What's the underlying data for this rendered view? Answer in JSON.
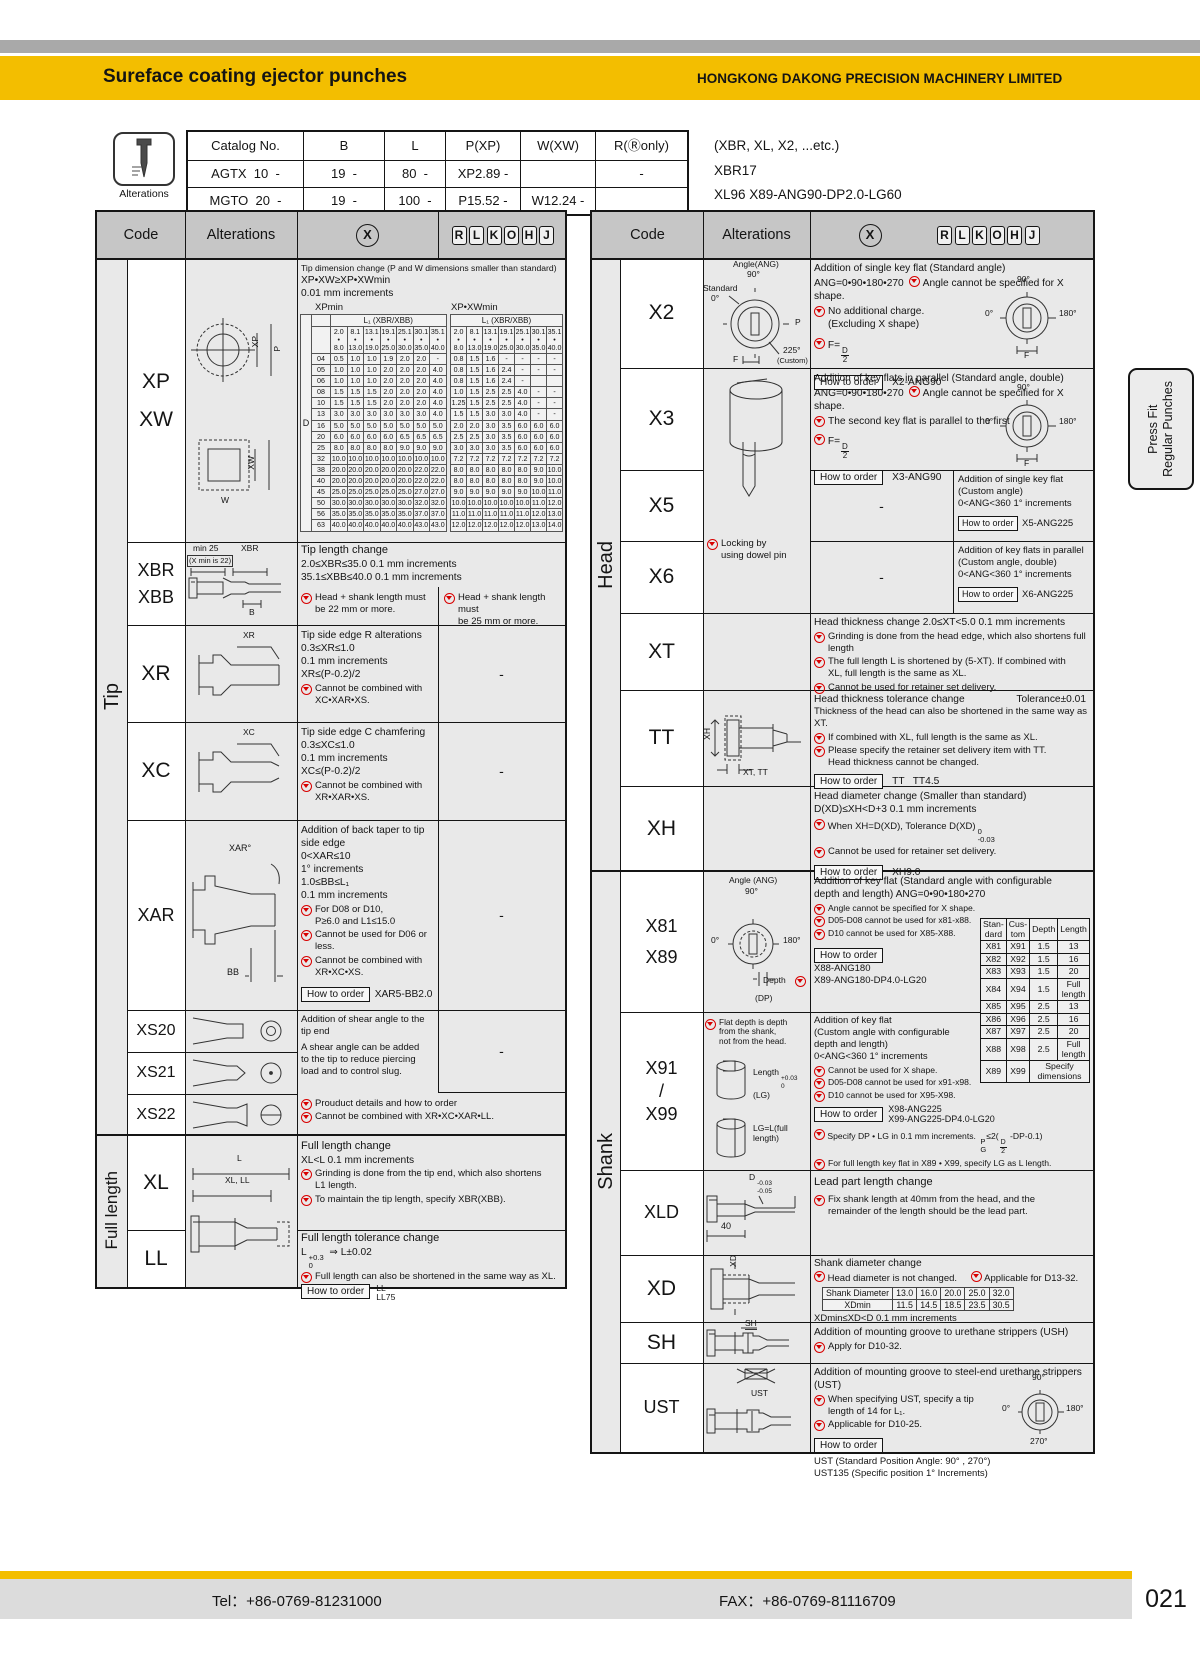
{
  "header": {
    "title": "Sureface coating ejector punches",
    "company": "HONGKONG DAKONG PRECISION MACHINERY LIMITED"
  },
  "alterations_label": "Alterations",
  "side_tab": {
    "line1": "Press Fit",
    "line2": "Regular Punches"
  },
  "footer": {
    "tel": "Tel：+86-0769-81231000",
    "fax": "FAX：+86-0769-81116709",
    "page": "021"
  },
  "catalog": {
    "columns": [
      "Catalog No.",
      "B",
      "L",
      "P(XP)",
      "W(XW)",
      "R(Ⓡonly)"
    ],
    "rows": [
      [
        "AGTX  10  -",
        "19  -",
        "80  -",
        "XP2.89 -",
        "",
        "-"
      ],
      [
        "MGTO  20  -",
        "19  -",
        "100  -",
        "P15.52 -",
        "W12.24 -",
        ""
      ]
    ],
    "notes": [
      "(XBR, XL, X2, ...etc.)",
      "XBR17",
      "XL96    X89-ANG90-DP2.0-LG60"
    ]
  },
  "th": {
    "code": "Code",
    "alterations": "Alterations",
    "x": "X",
    "letters": [
      "R",
      "L",
      "K",
      "O",
      "H",
      "J"
    ]
  },
  "groups": {
    "tip": "Tip",
    "full_length": "Full length",
    "head": "Head",
    "shank": "Shank"
  },
  "xp": {
    "code1": "XP",
    "code2": "XW",
    "title": "Tip dimension change (P and W dimensions smaller than standard)",
    "rule": "XP•XW≥XP•XWmin",
    "inc": "0.01 mm increments",
    "t1": "XPmin",
    "t2": "XP•XWmin",
    "sub": "L₁ (XBR/XBB)",
    "dlabel": "D",
    "dot": "•",
    "range_top": [
      "2.0",
      "8.1",
      "13.1",
      "19.1",
      "25.1",
      "30.1",
      "35.1"
    ],
    "range_bot": [
      "8.0",
      "13.0",
      "19.0",
      "25.0",
      "30.0",
      "35.0",
      "40.0"
    ],
    "drows": [
      "04",
      "05",
      "06",
      "08",
      "10",
      "13",
      "16",
      "20",
      "25",
      "32",
      "38",
      "40",
      "45",
      "50",
      "56",
      "63"
    ],
    "xpmin": [
      [
        "0.5",
        "1.0",
        "1.0",
        "1.9",
        "2.0",
        "2.0",
        "-"
      ],
      [
        "1.0",
        "1.0",
        "1.0",
        "2.0",
        "2.0",
        "2.0",
        "4.0"
      ],
      [
        "1.0",
        "1.0",
        "1.0",
        "2.0",
        "2.0",
        "2.0",
        "4.0"
      ],
      [
        "1.5",
        "1.5",
        "1.5",
        "2.0",
        "2.0",
        "2.0",
        "4.0"
      ],
      [
        "1.5",
        "1.5",
        "1.5",
        "2.0",
        "2.0",
        "2.0",
        "4.0"
      ],
      [
        "3.0",
        "3.0",
        "3.0",
        "3.0",
        "3.0",
        "3.0",
        "4.0"
      ],
      [
        "5.0",
        "5.0",
        "5.0",
        "5.0",
        "5.0",
        "5.0",
        "5.0"
      ],
      [
        "6.0",
        "6.0",
        "6.0",
        "6.0",
        "6.5",
        "6.5",
        "6.5"
      ],
      [
        "8.0",
        "8.0",
        "8.0",
        "8.0",
        "9.0",
        "9.0",
        "9.0"
      ],
      [
        "10.0",
        "10.0",
        "10.0",
        "10.0",
        "10.0",
        "10.0",
        "10.0"
      ],
      [
        "20.0",
        "20.0",
        "20.0",
        "20.0",
        "20.0",
        "22.0",
        "22.0"
      ],
      [
        "20.0",
        "20.0",
        "20.0",
        "20.0",
        "20.0",
        "22.0",
        "22.0"
      ],
      [
        "25.0",
        "25.0",
        "25.0",
        "25.0",
        "25.0",
        "27.0",
        "27.0"
      ],
      [
        "30.0",
        "30.0",
        "30.0",
        "30.0",
        "30.0",
        "32.0",
        "32.0"
      ],
      [
        "35.0",
        "35.0",
        "35.0",
        "35.0",
        "35.0",
        "37.0",
        "37.0"
      ],
      [
        "40.0",
        "40.0",
        "40.0",
        "40.0",
        "40.0",
        "43.0",
        "43.0"
      ]
    ],
    "xwmin": [
      [
        "0.8",
        "1.5",
        "1.6",
        "-",
        "-",
        "-",
        "-"
      ],
      [
        "0.8",
        "1.5",
        "1.6",
        "2.4",
        "-",
        "-",
        "-"
      ],
      [
        "0.8",
        "1.5",
        "1.6",
        "2.4",
        "-",
        "",
        ""
      ],
      [
        "1.0",
        "1.5",
        "2.5",
        "2.5",
        "4.0",
        "-",
        "-"
      ],
      [
        "1.25",
        "1.5",
        "2.5",
        "2.5",
        "4.0",
        "-",
        "-"
      ],
      [
        "1.5",
        "1.5",
        "3.0",
        "3.0",
        "4.0",
        "-",
        "-"
      ],
      [
        "2.0",
        "2.0",
        "3.0",
        "3.5",
        "6.0",
        "6.0",
        "6.0"
      ],
      [
        "2.5",
        "2.5",
        "3.0",
        "3.5",
        "6.0",
        "6.0",
        "6.0"
      ],
      [
        "3.0",
        "3.0",
        "3.0",
        "3.5",
        "6.0",
        "6.0",
        "6.0"
      ],
      [
        "7.2",
        "7.2",
        "7.2",
        "7.2",
        "7.2",
        "7.2",
        "7.2"
      ],
      [
        "8.0",
        "8.0",
        "8.0",
        "8.0",
        "8.0",
        "9.0",
        "10.0"
      ],
      [
        "8.0",
        "8.0",
        "8.0",
        "8.0",
        "8.0",
        "9.0",
        "10.0"
      ],
      [
        "9.0",
        "9.0",
        "9.0",
        "9.0",
        "9.0",
        "10.0",
        "11.0"
      ],
      [
        "10.0",
        "10.0",
        "10.0",
        "10.0",
        "10.0",
        "11.0",
        "12.0"
      ],
      [
        "11.0",
        "11.0",
        "11.0",
        "11.0",
        "11.0",
        "12.0",
        "13.0"
      ],
      [
        "12.0",
        "12.0",
        "12.0",
        "12.0",
        "12.0",
        "13.0",
        "14.0"
      ]
    ],
    "diagram": {
      "xp": "XP",
      "p": "P",
      "xw": "XW",
      "w": "W"
    }
  },
  "xbr": {
    "code1": "XBR",
    "code2": "XBB",
    "title": "Tip length change",
    "l1": "2.0≤XBR≤35.0      0.1 mm increments",
    "l2": "35.1≤XBB≤40.0    0.1 mm increments",
    "warn_left": "Head + shank length must\nbe 22 mm or more.",
    "warn_right": "Head + shank length must\nbe 25 mm or more.",
    "diagram": {
      "min25": "min 25",
      "xmin": "(X min is 22)",
      "xbr": "XBR",
      "b": "B"
    }
  },
  "xr": {
    "code": "XR",
    "lines": [
      "Tip side edge R alterations",
      "0.3≤XR≤1.0",
      "0.1 mm increments",
      "XR≤(P-0.2)/2"
    ],
    "warns": [
      "Cannot be combined with\nXC•XAR•XS."
    ],
    "dash": "-",
    "label": "XR"
  },
  "xc": {
    "code": "XC",
    "lines": [
      "Tip side edge C chamfering",
      "0.3≤XC≤1.0",
      "0.1 mm increments",
      "XC≤(P-0.2)/2"
    ],
    "warns": [
      "Cannot be combined with\nXR•XAR•XS."
    ],
    "dash": "-",
    "label": "XC"
  },
  "xar": {
    "code": "XAR",
    "lines": [
      "Addition of back taper to tip side edge",
      "0<XAR≤10",
      "1° increments",
      "1.0≤BB≤L₁",
      "0.1 mm increments"
    ],
    "warns": [
      "For D08 or D10,\nP≥6.0 and L1≤15.0",
      "Cannot be used for D06 or less.",
      "Cannot be combined with\nXR•XC•XS."
    ],
    "hto": "How to order",
    "hto_val": "XAR5-BB2.0",
    "dash": "-",
    "diagram": {
      "xar": "XAR°",
      "bb": "BB"
    }
  },
  "xs": {
    "codes": [
      "XS20",
      "XS21",
      "XS22"
    ],
    "p1": "Addition of shear angle to the\ntip end",
    "p2": "A shear angle can be added\nto the tip to reduce piercing\nload and to control slug.",
    "warns": [
      "Prouduct details and how to order",
      "Cannot be combined with XR•XC•XAR•LL."
    ],
    "dash": "-"
  },
  "xl": {
    "code": "XL",
    "title": "Full length change",
    "l1": "XL<L     0.1 mm increments",
    "warns": [
      "Grinding is done from the tip end, which also shortens\nL1 length.",
      "To maintain the tip length, specify XBR(XBB)."
    ],
    "diagram": {
      "l": "L",
      "xlll": "XL, LL"
    }
  },
  "ll": {
    "code": "LL",
    "title": "Full length tolerance change",
    "f": {
      "pre": "L",
      "sup": "+0.3",
      "sub": "0",
      "post": "⇒  L±0.02"
    },
    "warns": [
      "Full length can also be shortened in the same way as XL."
    ],
    "hto": "How to order",
    "hto_val": "LL\nLL75"
  },
  "x2": {
    "code": "X2",
    "title": "Addition of single key flat (Standard angle)",
    "ang": "ANG=0•90•180•270",
    "w1": "Angle cannot be specified for X shape.",
    "w2": "No additional charge. (Excluding X shape)",
    "f": {
      "pre": "F=",
      "num": "D",
      "den": "2"
    },
    "hto": "How to order",
    "hto_val": "X2-ANG90",
    "circle": {
      "top": "90°",
      "left": "0°",
      "right": "180°",
      "bottom": "F"
    },
    "diagram": {
      "t1": "Angle(ANG)",
      "t2": "90°",
      "t3": "Standard",
      "t4": "0°",
      "t5": "225°",
      "t6": "(Custom)",
      "t7": "F",
      "t8": "P"
    }
  },
  "x3": {
    "code": "X3",
    "title": "Addition of  key flats in parallel (Standard angle, double)",
    "ang": "ANG=0•90•180•270",
    "w1": "Angle cannot be specified for X shape.",
    "w2": "The second key flat is parallel to the first",
    "f": {
      "pre": "F=",
      "num": "D",
      "den": "2"
    },
    "hto": "How to order",
    "hto_val": "X3-ANG90",
    "circle": {
      "top": "90°",
      "left": "0°",
      "right": "180°",
      "bottom": "F"
    },
    "lock": "Locking by\nusing dowel pin"
  },
  "x5": {
    "code": "X5",
    "dash": "-",
    "panel": [
      "Addition of single key flat",
      "(Custom angle)",
      "0<ANG<360   1° increments"
    ],
    "hto": "How to order",
    "hto_val": "X5-ANG225"
  },
  "x6": {
    "code": "X6",
    "dash": "-",
    "panel": [
      "Addition of key flats in parallel",
      "(Custom angle, double)",
      "0<ANG<360   1° increments"
    ],
    "hto": "How to order",
    "hto_val": "X6-ANG225"
  },
  "xt": {
    "code": "XT",
    "title": "Head thickness change    2.0≤XT<5.0    0.1 mm increments",
    "warns": [
      "Grinding is done from the head edge, which also shortens full length",
      "The full length L is shortened by (5-XT). If combined with\nXL, full length is the same as XL.",
      "Cannot be used for retainer set delivery."
    ]
  },
  "tt": {
    "code": "TT",
    "title": "Head thickness tolerance change",
    "tol": "Tolerance±0.01",
    "l1": "Thickness of the head can also be shortened in the same way as XT.",
    "warns": [
      "If combined with XL, full length is the same as XL.",
      "Please specify the retainer set delivery item with TT.\nHead thickness cannot be changed."
    ],
    "hto": "How to order",
    "hto_val": "TT   TT4.5",
    "diagram": {
      "xh": "XH",
      "xttt": "XT, TT"
    }
  },
  "xh": {
    "code": "XH",
    "title": "Head diameter change (Smaller than standard)",
    "l1": "D(XD)≤XH<D+3     0.1 mm increments",
    "w1": {
      "pre": "When XH=D(XD), Tolerance D(XD)",
      "sup": "0",
      "sub": "-0.03"
    },
    "warns": [
      "Cannot be used for retainer set delivery."
    ],
    "hto": "How to order",
    "hto_val": "XH9.0"
  },
  "x81": {
    "code1": "X81",
    "code2": "X89",
    "title1": "Addition of key flat   (Standard angle with configurable",
    "title2": "depth and length)    ANG=0•90•180•270",
    "warns": [
      "Angle cannot be specified for X shape.",
      "D05-D08 cannot be used for x81-x88.",
      "D10 cannot be used for X85-X88."
    ],
    "hto": "How to order",
    "hto1": "X88-ANG180",
    "hto2": "X89-ANG180-DP4.0-LG20",
    "diagram": {
      "t1": "Angle (ANG)",
      "t2": "90°",
      "t3": "0°",
      "t4": "180°",
      "t5": "Depth",
      "t6": "(DP)"
    },
    "table": {
      "headers": [
        "Stan-\ndard",
        "Cus-\ntom",
        "Depth",
        "Length"
      ],
      "rows": [
        [
          "X81",
          "X91",
          "1.5",
          "13"
        ],
        [
          "X82",
          "X92",
          "1.5",
          "16"
        ],
        [
          "X83",
          "X93",
          "1.5",
          "20"
        ],
        [
          "X84",
          "X94",
          "1.5",
          "Full\nlength"
        ],
        [
          "X85",
          "X95",
          "2.5",
          "13"
        ],
        [
          "X86",
          "X96",
          "2.5",
          "16"
        ],
        [
          "X87",
          "X97",
          "2.5",
          "20"
        ],
        [
          "X88",
          "X98",
          "2.5",
          "Full\nlength"
        ],
        [
          "X89",
          "X99",
          "Specify\ndimensions"
        ]
      ]
    }
  },
  "x91": {
    "code1": "X91",
    "slash": "/",
    "code2": "X99",
    "lines": [
      "Addition of key flat",
      "(Custom angle with configurable",
      "depth and length)",
      "0<ANG<360        1° increments"
    ],
    "warns": [
      "Cannot be used for X shape.",
      "D05-D08 cannot be used for x91-x98.",
      "D10 cannot be used for X95-X98."
    ],
    "hto": "How to order",
    "hto1": "X98-ANG225",
    "hto2": "X99-ANG225-DP4.0-LG20",
    "w_dp": {
      "pre": "Specify DP • LG in 0.1 mm increments.",
      "p": "P",
      "g": "G",
      "mid": "≤2(",
      "num": "D",
      "den": "2",
      "tail": " -DP-0.1)"
    },
    "w_last": "For full length key flat in X89 • X99, specify LG as L length.",
    "flat_note": "Flat depth is depth\nfrom the shank,\nnot from the head.",
    "lg1": {
      "pre": "Length",
      "sup": "+0.03",
      "sub": "0",
      "post": "(LG)"
    },
    "lg2": "LG=L(full\n length)"
  },
  "xld": {
    "code": "XLD",
    "title": "Lead part length change",
    "warns": [
      "Fix shank length at 40mm from the head, and the\nremainder of the length should be the lead part."
    ],
    "diagram": {
      "d": "D",
      "sup": "-0.03",
      "sub": "-0.05",
      "forty": "40"
    }
  },
  "xd": {
    "code": "XD",
    "title": "Shank diameter change",
    "w1": "Head diameter is not changed.",
    "w2": "Applicable for D13-32.",
    "table": [
      [
        "Shank Diameter",
        "13.0",
        "16.0",
        "20.0",
        "25.0",
        "32.0"
      ],
      [
        "XDmin",
        "11.5",
        "14.5",
        "18.5",
        "23.5",
        "30.5"
      ]
    ],
    "l1": "XDmin≤XD<D        0.1 mm increments",
    "label": "XD"
  },
  "sh": {
    "code": "SH",
    "title": "Addition of mounting groove to urethane strippers (USH)",
    "warns": [
      "Apply for D10-32."
    ],
    "label": "SH"
  },
  "ust": {
    "code": "UST",
    "title": "Addition of mounting groove to steel-end urethane strippers (UST)",
    "warns": [
      "When specifying UST, specify a tip length of 14 for L₁.",
      "Applicable for D10-25."
    ],
    "hto": "How to order",
    "l1": "UST      (Standard Position Angle: 90° , 270°)",
    "l2": "UST135 (Specific position  1° Increments)",
    "circle": {
      "top": "90°",
      "left": "0°",
      "right": "180°",
      "bottom": "270°"
    },
    "label": "UST"
  }
}
